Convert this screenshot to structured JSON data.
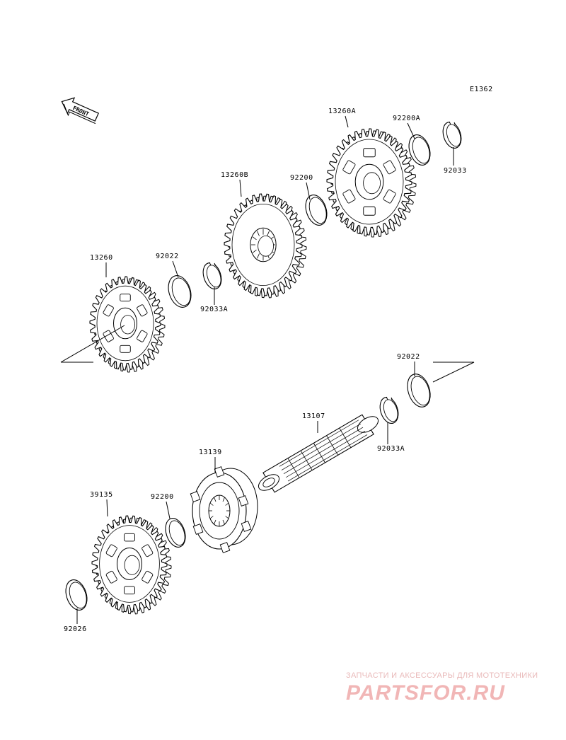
{
  "diagram": {
    "code": "E1362",
    "front_label": "FRONT",
    "parts": [
      {
        "id": "p13260A",
        "number": "13260A"
      },
      {
        "id": "p92200A",
        "number": "92200A"
      },
      {
        "id": "p92033",
        "number": "92033"
      },
      {
        "id": "p13260B",
        "number": "13260B"
      },
      {
        "id": "p92200",
        "number": "92200"
      },
      {
        "id": "p13260",
        "number": "13260"
      },
      {
        "id": "p92022a",
        "number": "92022"
      },
      {
        "id": "p92033Aa",
        "number": "92033A"
      },
      {
        "id": "p92022b",
        "number": "92022"
      },
      {
        "id": "p13107",
        "number": "13107"
      },
      {
        "id": "p92033Ab",
        "number": "92033A"
      },
      {
        "id": "p13139",
        "number": "13139"
      },
      {
        "id": "p39135",
        "number": "39135"
      },
      {
        "id": "p92200b",
        "number": "92200"
      },
      {
        "id": "p92026",
        "number": "92026"
      }
    ]
  },
  "watermark": {
    "tagline": "ЗАПЧАСТИ И АКСЕССУАРЫ ДЛЯ МОТОТЕХНИКИ",
    "brand": "PARTSFOR.RU"
  }
}
